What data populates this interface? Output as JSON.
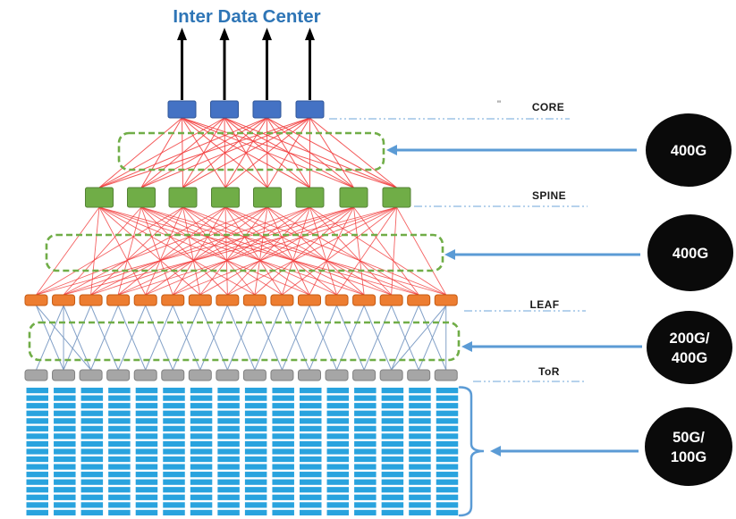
{
  "title": {
    "text": "Inter Data Center"
  },
  "layers": [
    {
      "id": "core",
      "label": "CORE",
      "count": 4,
      "device": "core-switch"
    },
    {
      "id": "spine",
      "label": "SPINE",
      "count": 8,
      "device": "spine-switch"
    },
    {
      "id": "leaf",
      "label": "LEAF",
      "count": 16,
      "device": "leaf-switch"
    },
    {
      "id": "tor",
      "label": "ToR",
      "count": 16,
      "device": "tor-switch"
    }
  ],
  "uplinks": {
    "count": 4
  },
  "servers": {
    "columns": 16,
    "rows": 17
  },
  "badges": [
    {
      "id": "core-spine-speed",
      "line1": "400G",
      "line2": ""
    },
    {
      "id": "spine-leaf-speed",
      "line1": "400G",
      "line2": ""
    },
    {
      "id": "leaf-tor-speed",
      "line1": "200G/",
      "line2": "400G"
    },
    {
      "id": "tor-server-speed",
      "line1": "50G/",
      "line2": "100G"
    }
  ],
  "decoration": {
    "tick_marks": "''"
  },
  "colors": {
    "title": "#2E75B6",
    "core_box": "#4472C4",
    "core_border": "#2F5597",
    "spine_box": "#70AD47",
    "spine_border": "#548235",
    "leaf_box": "#ED7D31",
    "leaf_border": "#C55A11",
    "tor_box": "#A6A6A6",
    "tor_border": "#808080",
    "server_bar": "#29A3DE",
    "mesh_red": "#F23B3B",
    "mesh_blue": "#7D9CC5",
    "zone_dash": "#70AD47",
    "callout_arrow": "#5B9BD5",
    "guide_line": "#9DC3E6",
    "badge_bg": "#0a0a0a",
    "badge_text": "#FFFFFF",
    "label_text": "#1a1a1a",
    "uplink_arrow": "#000000"
  }
}
